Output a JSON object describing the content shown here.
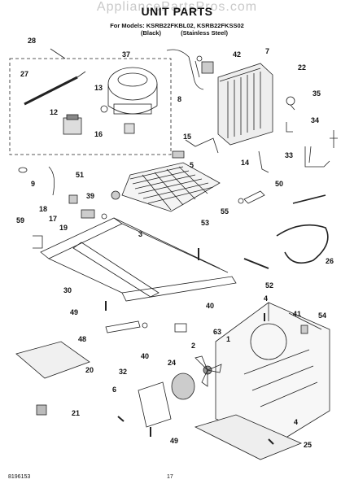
{
  "watermark": "AppliancePartsPros.com",
  "title": "UNIT PARTS",
  "models_line": "For Models: KSRB22FKBL02, KSRB22FKSS02",
  "finish_black": "(Black)",
  "finish_stainless": "(Stainless Steel)",
  "callouts": [
    "28",
    "37",
    "42",
    "7",
    "22",
    "27",
    "13",
    "8",
    "35",
    "12",
    "16",
    "34",
    "15",
    "33",
    "14",
    "5",
    "9",
    "51",
    "50",
    "39",
    "18",
    "17",
    "19",
    "55",
    "59",
    "53",
    "3",
    "26",
    "30",
    "52",
    "49",
    "40",
    "4",
    "41",
    "54",
    "48",
    "40",
    "63",
    "1",
    "2",
    "24",
    "20",
    "32",
    "6",
    "21",
    "49",
    "4",
    "25"
  ],
  "footer_code": "8196153",
  "footer_page": "17"
}
